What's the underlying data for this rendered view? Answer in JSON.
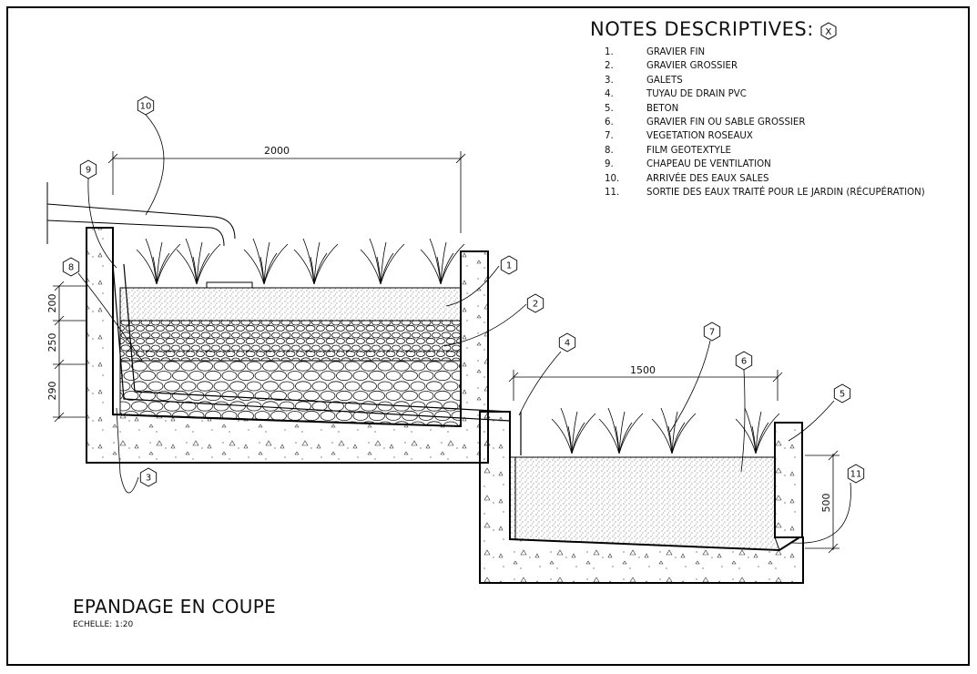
{
  "notes": {
    "title": "NOTES DESCRIPTIVES:",
    "title_badge": "X",
    "items": [
      {
        "num": "1.",
        "text": "GRAVIER FIN"
      },
      {
        "num": "2.",
        "text": "GRAVIER GROSSIER"
      },
      {
        "num": "3.",
        "text": "GALETS"
      },
      {
        "num": "4.",
        "text": "TUYAU DE DRAIN PVC"
      },
      {
        "num": "5.",
        "text": "BETON"
      },
      {
        "num": "6.",
        "text": "GRAVIER FIN OU SABLE GROSSIER"
      },
      {
        "num": "7.",
        "text": "VEGETATION ROSEAUX"
      },
      {
        "num": "8.",
        "text": "FILM GEOTEXTYLE"
      },
      {
        "num": "9.",
        "text": "CHAPEAU DE VENTILATION"
      },
      {
        "num": "10.",
        "text": "ARRIVÉE DES EAUX SALES"
      },
      {
        "num": "11.",
        "text": "SORTIE DES EAUX TRAITÉ POUR LE JARDIN (RÉCUPÉRATION)"
      }
    ]
  },
  "drawing": {
    "title": "EPANDAGE EN COUPE",
    "scale": "ECHELLE: 1:20",
    "dimensions": {
      "width_left": "2000",
      "width_right": "1500",
      "layer1": "200",
      "layer2": "250",
      "layer3": "290",
      "depth_right": "500"
    },
    "callouts": [
      "1",
      "2",
      "3",
      "4",
      "5",
      "6",
      "7",
      "8",
      "9",
      "10",
      "11"
    ]
  },
  "colors": {
    "line": "#000000",
    "fill": "#ffffff"
  }
}
